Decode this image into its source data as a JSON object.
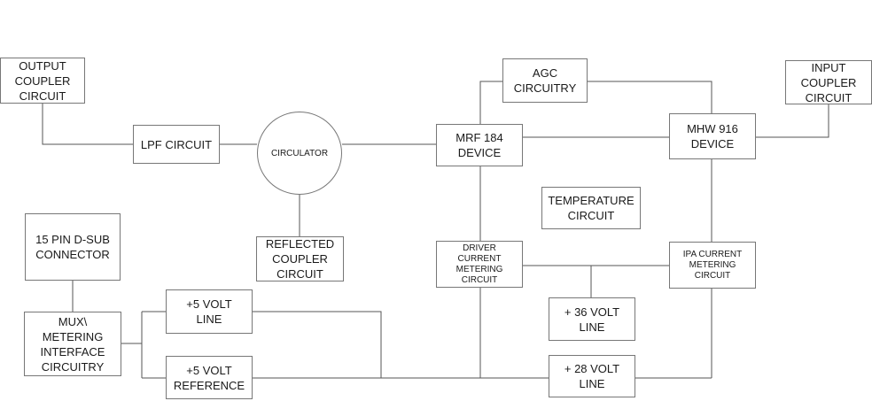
{
  "diagram": {
    "colors": {
      "wire": "#555555",
      "border": "#777777",
      "text": "#1a1a1a"
    },
    "blocks": {
      "output_coupler": "OUTPUT\nCOUPLER\nCIRCUIT",
      "lpf": "LPF CIRCUIT",
      "circulator": "CIRCULATOR",
      "reflected_coupler": "REFLECTED\nCOUPLER\nCIRCUIT",
      "dsub": "15 PIN D-SUB\nCONNECTOR",
      "mux": "MUX\\\nMETERING\nINTERFACE\nCIRCUITRY",
      "plus5_line": "+5 VOLT\nLINE",
      "plus5_ref": "+5 VOLT\nREFERENCE",
      "agc": "AGC\nCIRCUITRY",
      "mrf184": "MRF 184\nDEVICE",
      "mhw916": "MHW 916\nDEVICE",
      "input_coupler": "INPUT\nCOUPLER\nCIRCUIT",
      "temperature": "TEMPERATURE\nCIRCUIT",
      "driver_current": "DRIVER\nCURRENT\nMETERING\nCIRCUIT",
      "ipa_current": "IPA CURRENT\nMETERING\nCIRCUIT",
      "plus36_line": "+ 36 VOLT\nLINE",
      "plus28_line": "+ 28 VOLT\nLINE"
    }
  }
}
